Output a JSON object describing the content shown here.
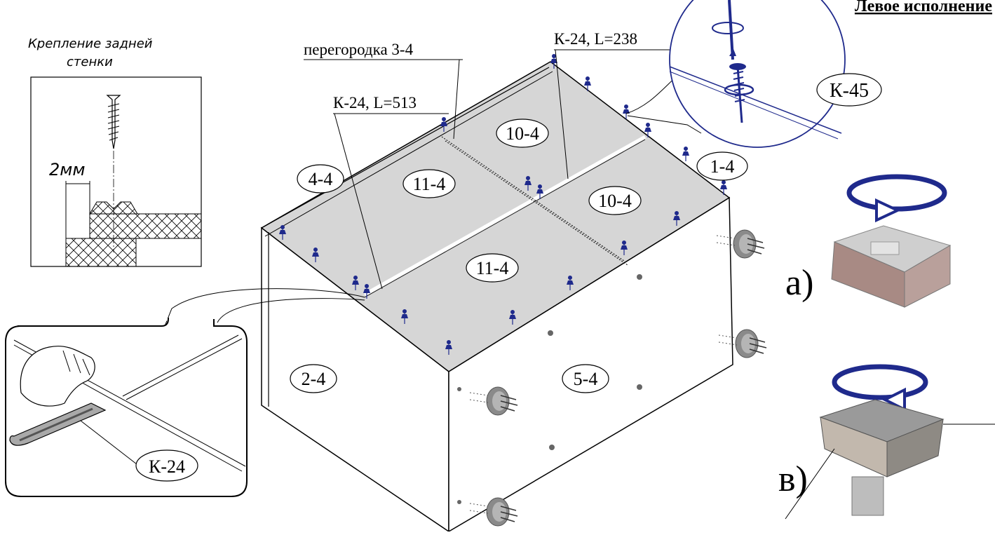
{
  "header": {
    "title": "Левое исполнение"
  },
  "back_wall_detail": {
    "caption_line1": "Крепление задней",
    "caption_line2": "стенки",
    "gap_label": "2мм"
  },
  "labels": {
    "partition": "перегородка 3-4",
    "k24_238": "К-24, L=238",
    "k24_513": "К-24, L=513",
    "k45": "К-45",
    "k24": "К-24"
  },
  "parts": {
    "p10_4_top": "10-4",
    "p4_4": "4-4",
    "p11_4_top": "11-4",
    "p1_4": "1-4",
    "p10_4_mid": "10-4",
    "p11_4_mid": "11-4",
    "p2_4": "2-4",
    "p5_4": "5-4"
  },
  "feet": {
    "variant_a": "а)",
    "variant_b": "в)"
  },
  "colors": {
    "accent": "#1f2a8c",
    "panel": "#d6d6d6",
    "line": "#000000"
  }
}
